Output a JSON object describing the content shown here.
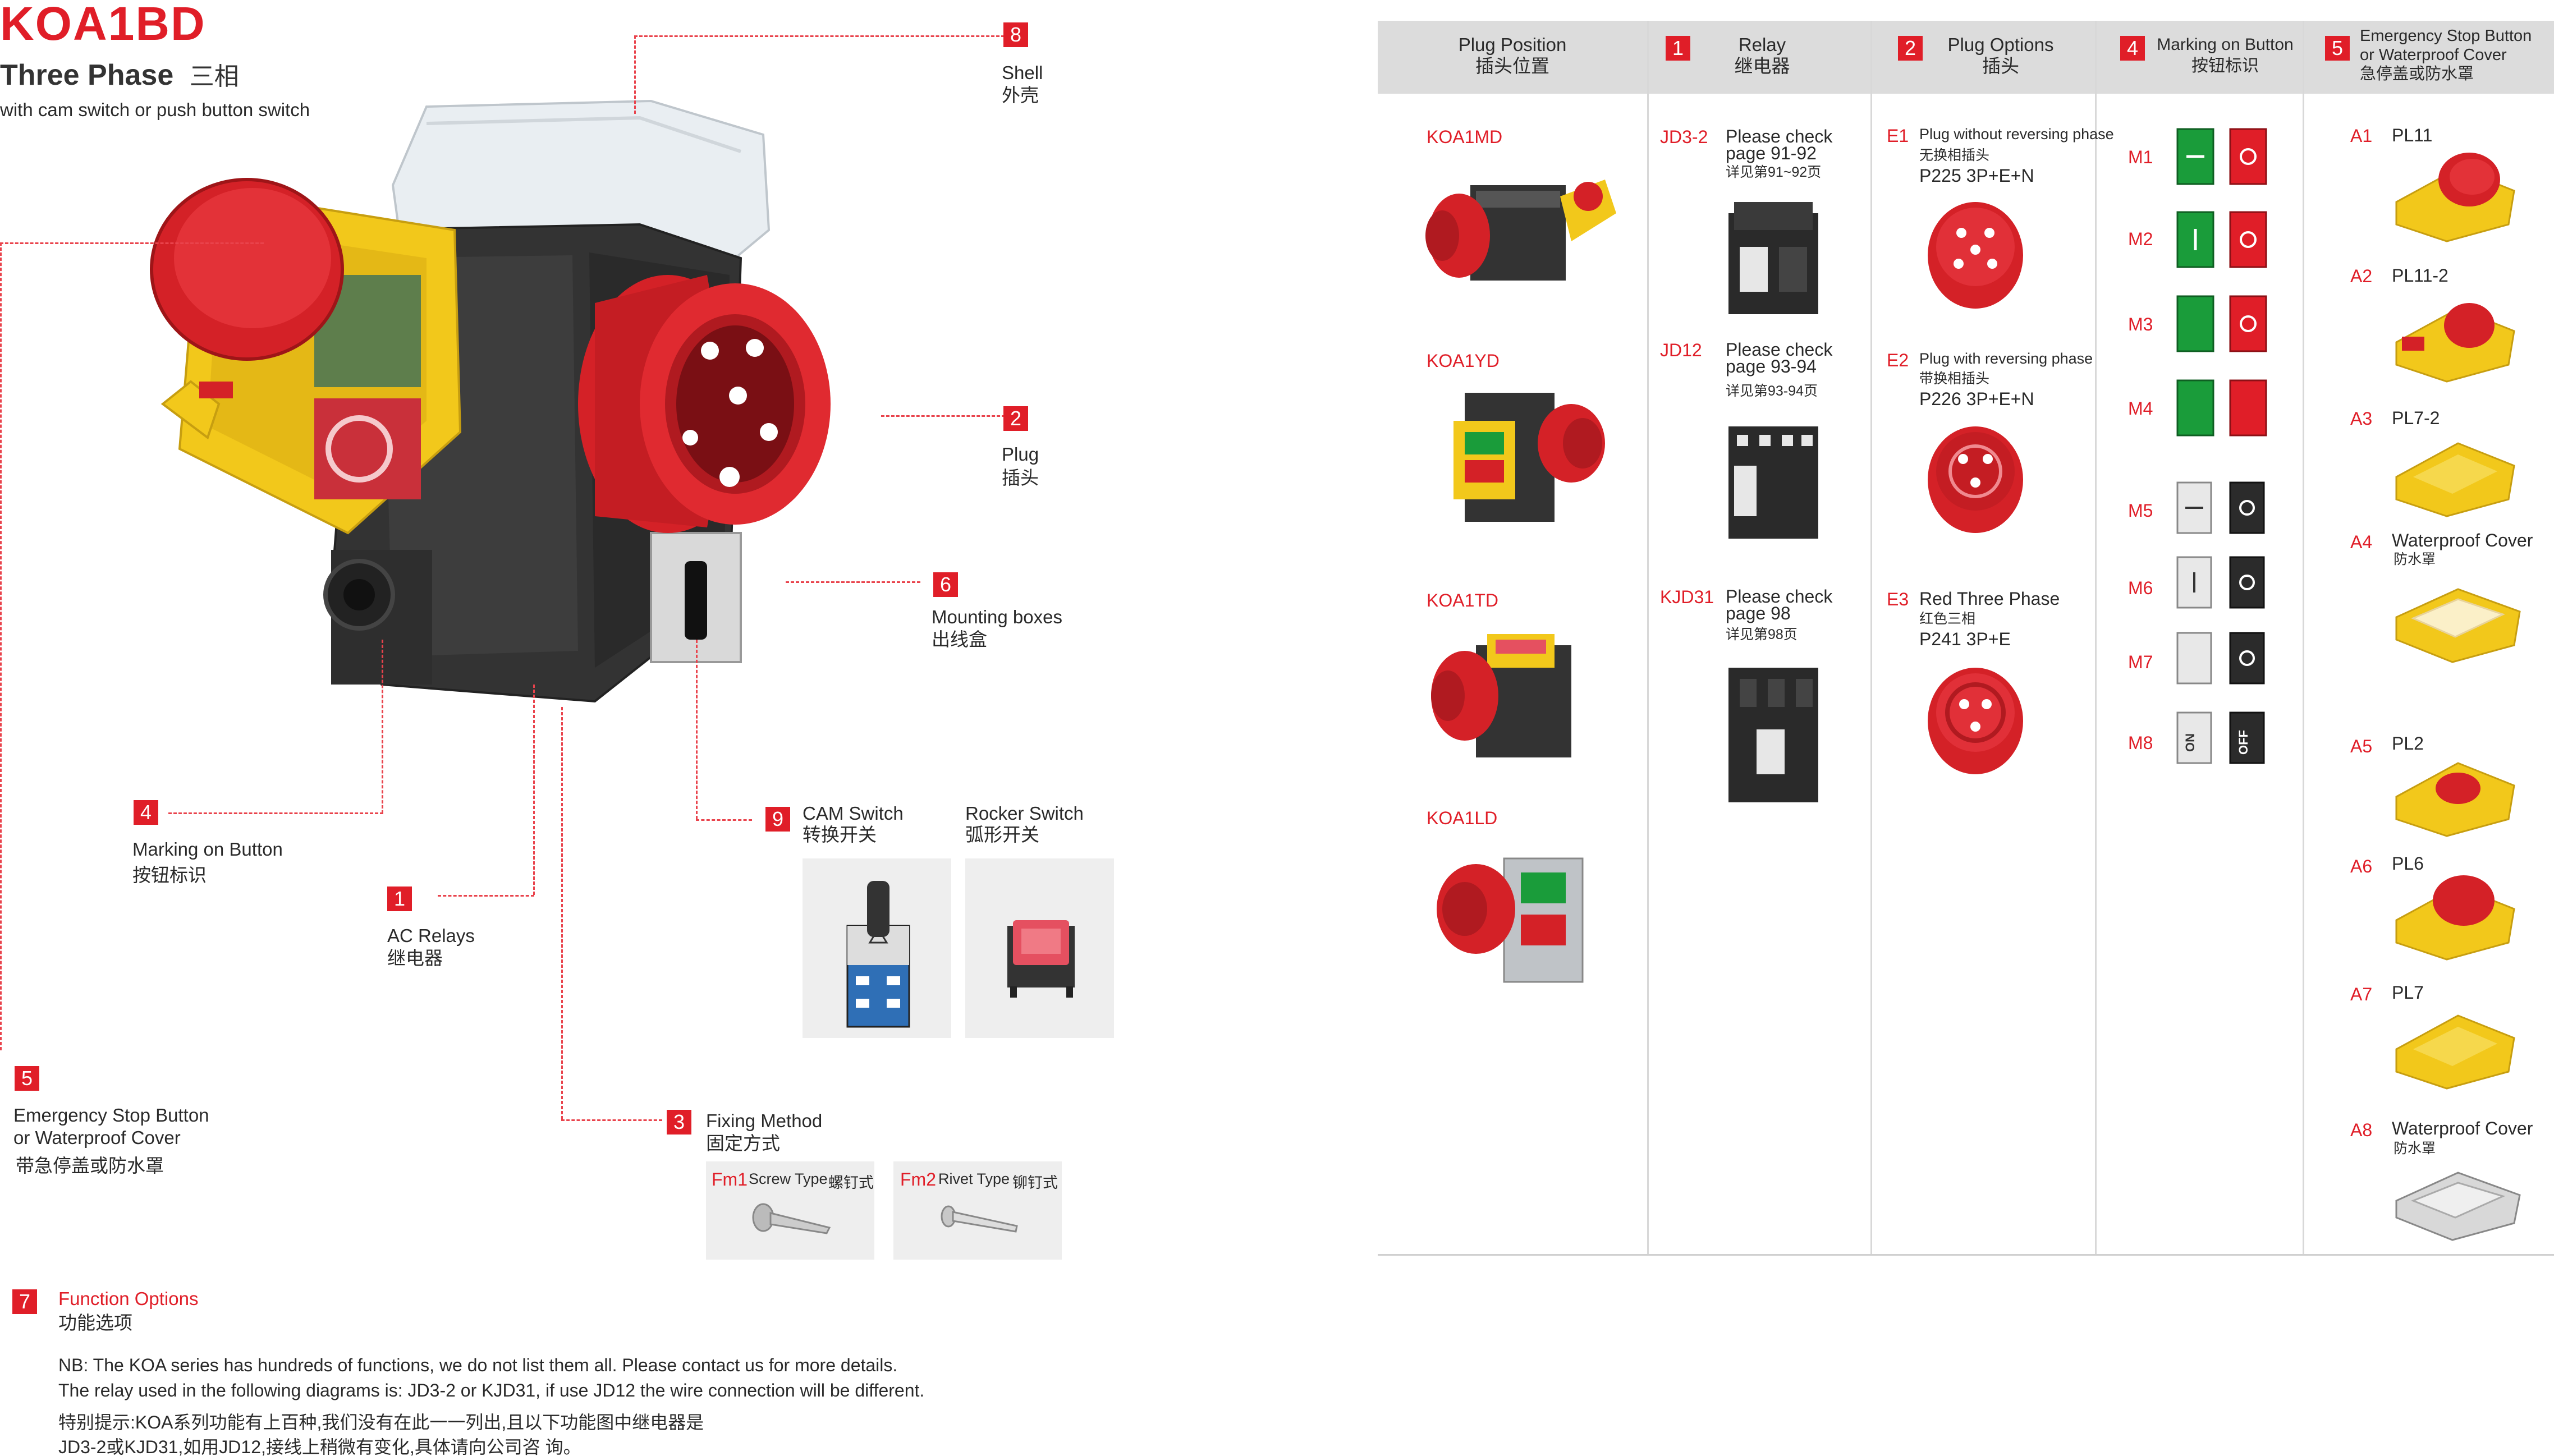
{
  "product": {
    "model": "KOA1BD",
    "phase": "Three Phase",
    "phase_cn": "三相",
    "subtitle": "with cam switch or push button switch"
  },
  "callouts": {
    "shell": {
      "n": "8",
      "en": "Shell",
      "cn": "外壳"
    },
    "plug": {
      "n": "2",
      "en": "Plug",
      "cn": "插头"
    },
    "mounting": {
      "n": "6",
      "en": "Mounting boxes",
      "cn": "出线盒"
    },
    "marking": {
      "n": "4",
      "en": "Marking on Button",
      "cn": "按钮标识"
    },
    "relays": {
      "n": "1",
      "en": "AC Relays",
      "cn": "继电器"
    },
    "switch": {
      "n": "9",
      "en": "CAM Switch",
      "cn": "转换开关",
      "en2": "Rocker Switch",
      "cn2": "弧形开关"
    },
    "estop": {
      "n": "5",
      "en1": "Emergency Stop Button",
      "en2": "or Waterproof Cover",
      "cn": "带急停盖或防水罩"
    },
    "fixing": {
      "n": "3",
      "en": "Fixing Method",
      "cn": "固定方式",
      "fm1_code": "Fm1",
      "fm1_label": "Screw Type",
      "fm1_cn": "螺钉式",
      "fm2_code": "Fm2",
      "fm2_label": "Rivet Type",
      "fm2_cn": "铆钉式"
    }
  },
  "function_options": {
    "n": "7",
    "en": "Function Options",
    "cn": "功能选项",
    "note1": "NB: The KOA series has hundreds of functions, we do not list them all. Please contact us for more details.",
    "note2": "The relay used in the following diagrams is: JD3-2 or KJD31, if use JD12 the wire connection will be different.",
    "note3": "特别提示:KOA系列功能有上百种,我们没有在此一一列出,且以下功能图中继电器是",
    "note4": "JD3-2或KJD31,如用JD12,接线上稍微有变化,具体请向公司咨 询。"
  },
  "table": {
    "headers": [
      {
        "n": "",
        "en": "Plug Position",
        "cn": "插头位置"
      },
      {
        "n": "1",
        "en": "Relay",
        "cn": "继电器"
      },
      {
        "n": "2",
        "en": "Plug Options",
        "cn": "插头"
      },
      {
        "n": "4",
        "en": "Marking on Button",
        "cn": "按钮标识"
      },
      {
        "n": "5",
        "en": "Emergency Stop Button",
        "en2": "or Waterproof Cover",
        "cn": "急停盖或防水罩"
      }
    ],
    "plug_positions": [
      "KOA1MD",
      "KOA1YD",
      "KOA1TD",
      "KOA1LD"
    ],
    "relays": [
      {
        "code": "JD3-2",
        "t1": "Please check",
        "t2": "page 91-92",
        "cn": "详见第91~92页"
      },
      {
        "code": "JD12",
        "t1": "Please check",
        "t2": "page 93-94",
        "cn": "详见第93-94页"
      },
      {
        "code": "KJD31",
        "t1": "Please check",
        "t2": "page 98",
        "cn": "详见第98页"
      }
    ],
    "plugs": [
      {
        "code": "E1",
        "t1": "Plug without reversing phase",
        "cn": "无换相插头",
        "model": "P225 3P+E+N"
      },
      {
        "code": "E2",
        "t1": "Plug with reversing phase",
        "cn": "带换相插头",
        "model": "P226 3P+E+N"
      },
      {
        "code": "E3",
        "t1": "Red Three Phase",
        "cn": "红色三相",
        "model": "P241 3P+E"
      }
    ],
    "markings": [
      "M1",
      "M2",
      "M3",
      "M4",
      "M5",
      "M6",
      "M7",
      "M8"
    ],
    "marking_on": "ON",
    "marking_off": "OFF",
    "covers": [
      {
        "code": "A1",
        "label": "PL11"
      },
      {
        "code": "A2",
        "label": "PL11-2"
      },
      {
        "code": "A3",
        "label": "PL7-2"
      },
      {
        "code": "A4",
        "label": "Waterproof Cover",
        "cn": "防水罩"
      },
      {
        "code": "A5",
        "label": "PL2"
      },
      {
        "code": "A6",
        "label": "PL6"
      },
      {
        "code": "A7",
        "label": "PL7"
      },
      {
        "code": "A8",
        "label": "Waterproof Cover",
        "cn": "防水罩"
      }
    ]
  },
  "colors": {
    "accent": "#e01e28",
    "yellow": "#f2c81b",
    "green": "#1a9c3a",
    "dark": "#2b2b2b"
  }
}
